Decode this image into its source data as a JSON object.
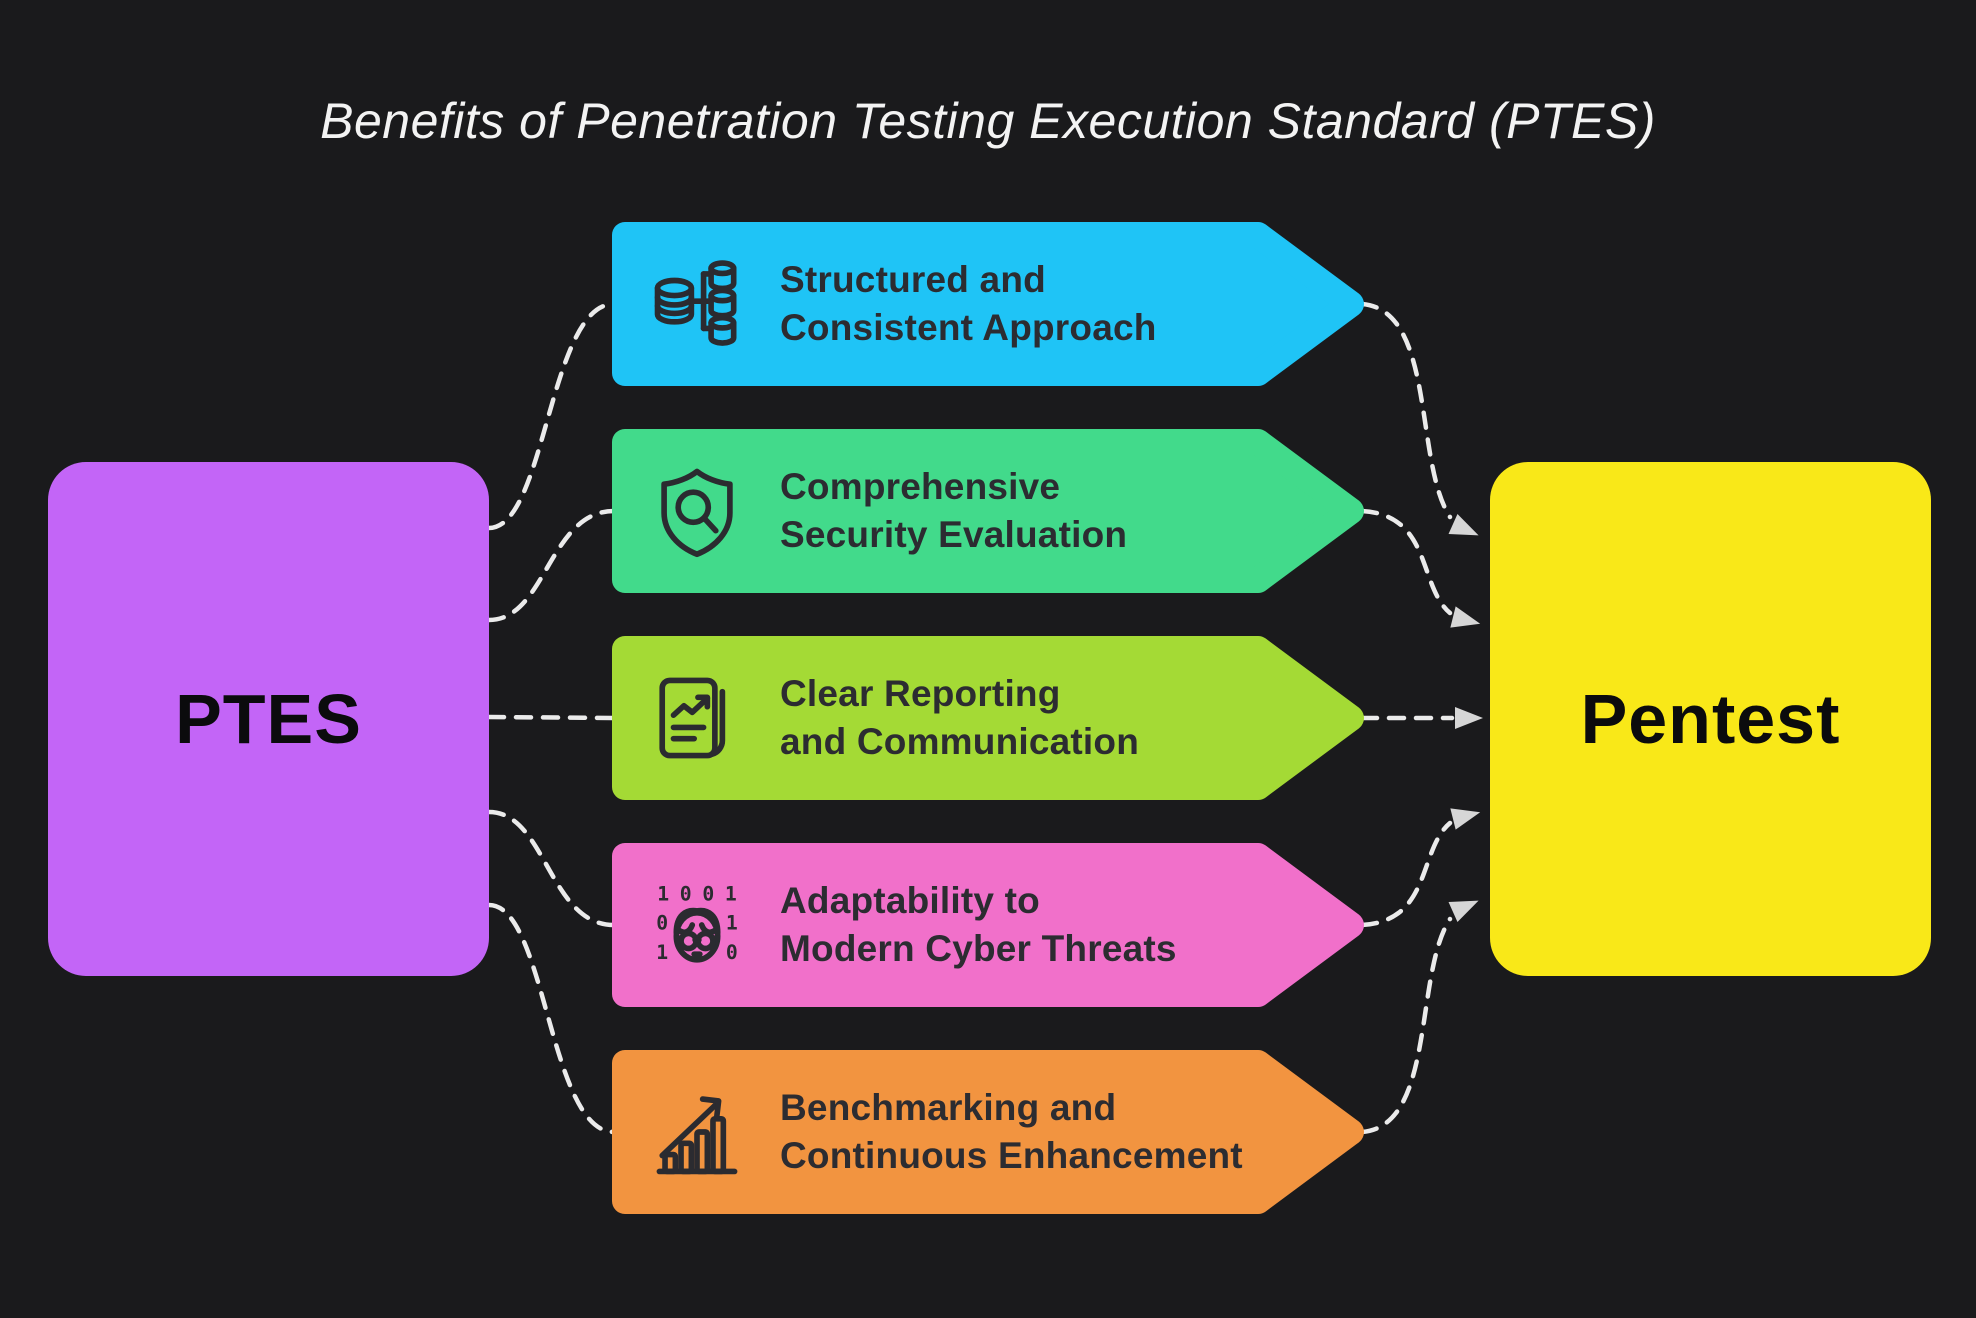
{
  "title": "Benefits of Penetration Testing Execution Standard (PTES)",
  "colors": {
    "background": "#1a1a1c",
    "title_text": "#f3f3f3",
    "connector": "#ebebeb",
    "arrowhead": "#d6d6d6",
    "banner_text": "#2c2c31",
    "icon_stroke": "#2b2b30",
    "node_text": "#0b0b0d"
  },
  "nodes": {
    "ptes": {
      "label": "PTES",
      "color": "#c365f7"
    },
    "pentest": {
      "label": "Pentest",
      "color": "#f9e818"
    }
  },
  "benefits": [
    {
      "line1": "Structured and",
      "line2": "Consistent Approach",
      "color": "#1fc4f6",
      "icon": "database-structure-icon"
    },
    {
      "line1": "Comprehensive",
      "line2": "Security Evaluation",
      "color": "#42da8b",
      "icon": "shield-search-icon"
    },
    {
      "line1": "Clear Reporting",
      "line2": "and Communication",
      "color": "#a4da35",
      "icon": "report-document-icon"
    },
    {
      "line1": "Adaptability to",
      "line2": "Modern Cyber Threats",
      "color": "#f170ca",
      "icon": "hacker-binary-icon",
      "binary": [
        "1",
        "0",
        "0",
        "1",
        "0",
        "1",
        "1",
        "0"
      ]
    },
    {
      "line1": "Benchmarking and",
      "line2": "Continuous Enhancement",
      "color": "#f29440",
      "icon": "growth-chart-icon"
    }
  ]
}
